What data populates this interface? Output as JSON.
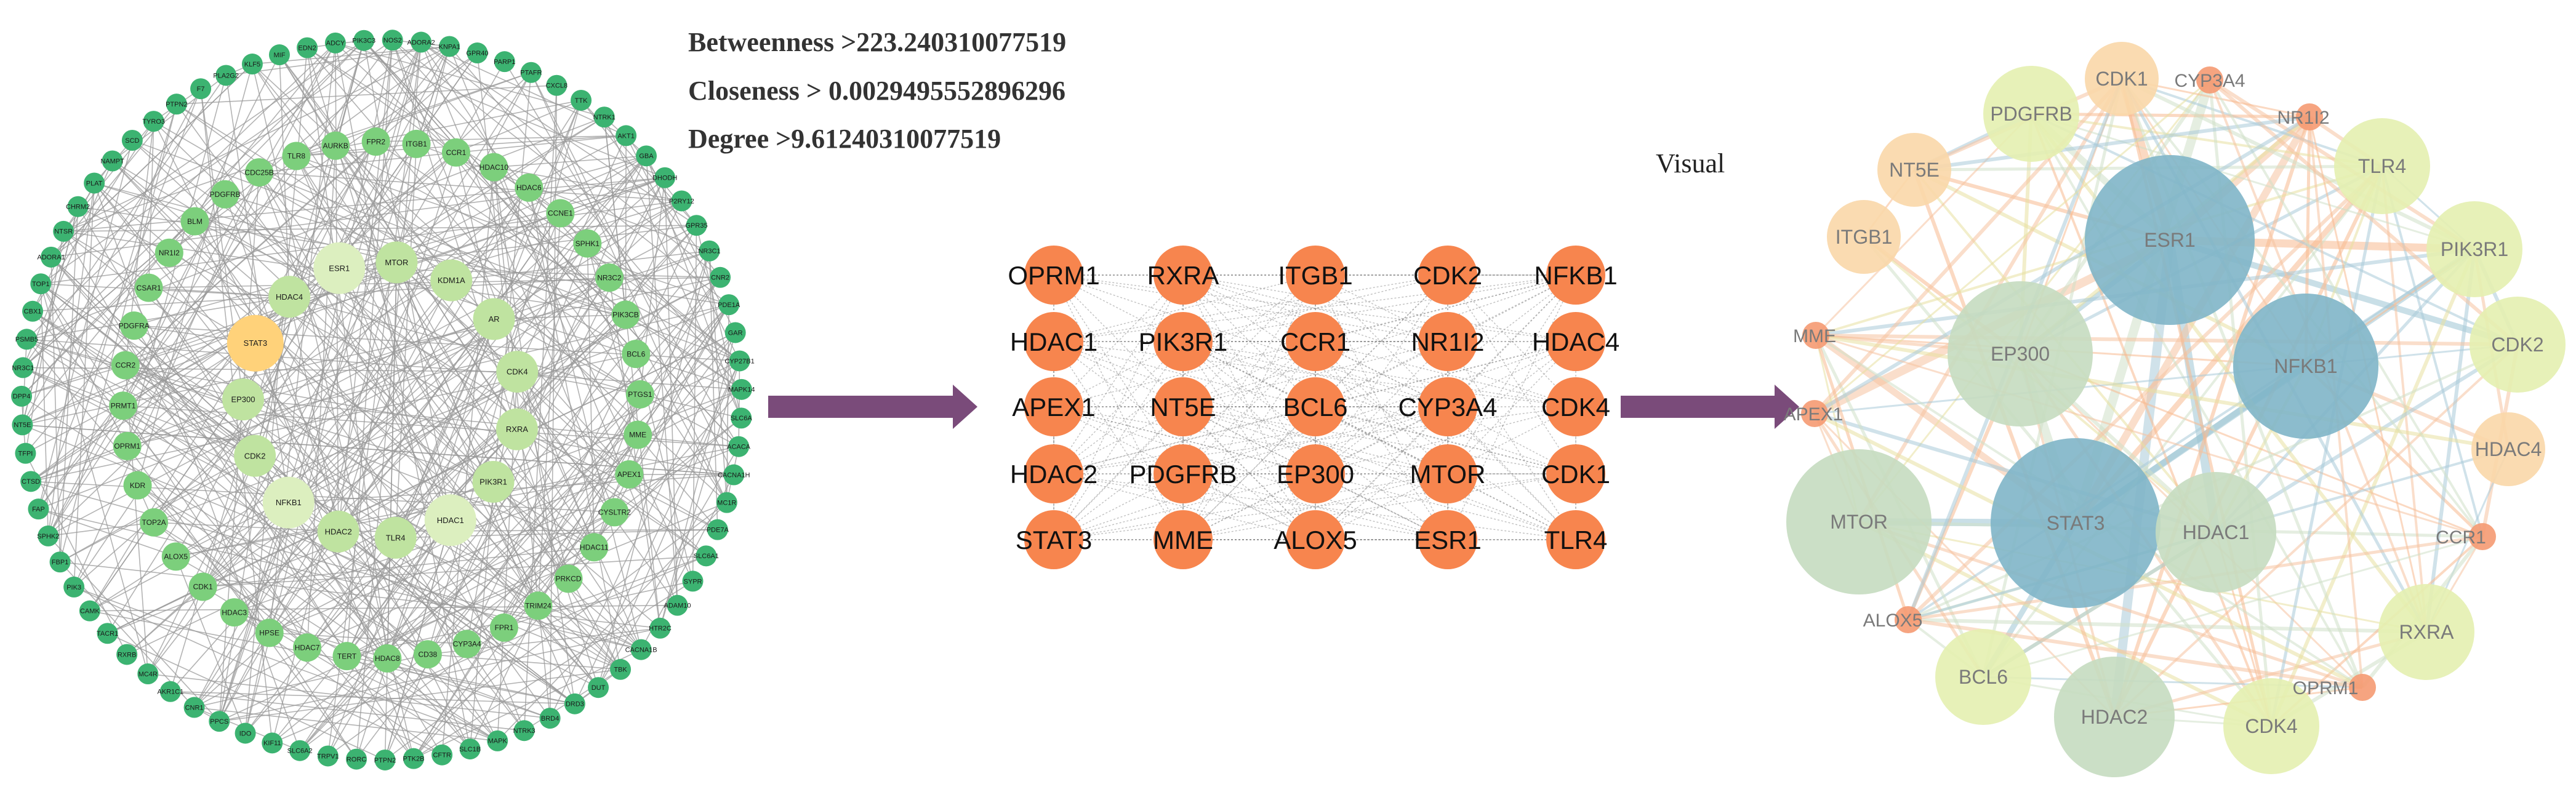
{
  "criteria": {
    "betweenness": "Betweenness >223.240310077519",
    "closeness": "Closeness > 0.0029495552896296",
    "degree": "Degree >9.61240310077519"
  },
  "visual_label": "Visual",
  "colors": {
    "edge_gray": "#9a9a9a",
    "outer_green": "#3cb371",
    "mid_green": "#7ccf7c",
    "inner_green": "#bfe3a0",
    "pale_green": "#dcefbf",
    "highlight_yellow": "#ffd27a",
    "grid_orange": "#f7854e",
    "arrow_purple": "#7a4b7a",
    "right_blue": "#7fb5c8",
    "right_sage": "#c5dcc0",
    "right_lime": "#e4efb0",
    "right_peach": "#fad7a8",
    "right_orange": "#f59a72"
  },
  "left_network": {
    "outer_ring": [
      "PIK3C3",
      "NOS2",
      "ADORA2",
      "KNPA1",
      "GPR40",
      "PARP1",
      "PTAFR",
      "CXCL8",
      "TTK",
      "NTRK1",
      "AKT1",
      "GBA",
      "DHODH",
      "P2RY12",
      "GPR35",
      "NR3C1",
      "CNR2",
      "PDE1A",
      "GAR",
      "CYP27B1",
      "MAPK14",
      "SLC6A",
      "ACACA",
      "CACNA1H",
      "MC1R",
      "PDE7A",
      "SLC6A1",
      "SYPR",
      "ADAM10",
      "HTR2C",
      "CACNA1B",
      "TBK",
      "DUT",
      "DRD3",
      "BRD4",
      "NTRK3",
      "MAPK",
      "SLC1B",
      "CFTR",
      "PTK2B",
      "PTPN2",
      "RORC",
      "TRPV1",
      "SLC6A2",
      "KIF11",
      "IDO",
      "PPCS",
      "CNR1",
      "AKR1C1",
      "MC4R",
      "RXRB",
      "TACR1",
      "CAMK",
      "PIK3",
      "FBP1",
      "SPHK2",
      "FAP",
      "CTSD",
      "TFPI",
      "NT5E",
      "DPP4",
      "NR3C1",
      "PSMB5",
      "CBX1",
      "TOP1",
      "ADORA1",
      "NTSR",
      "CHRM2",
      "PLAT",
      "NAMPT",
      "SCD",
      "TYRO3",
      "PTPN2",
      "F7",
      "PLA2G2",
      "KLF5",
      "MIF",
      "EDN2",
      "ADCY"
    ],
    "mid_ring": [
      "AURKB",
      "FPR2",
      "ITGB1",
      "CCR1",
      "HDAC10",
      "HDAC6",
      "CCNE1",
      "SPHK1",
      "NR3C2",
      "PIK3CB",
      "BCL6",
      "PTGS1",
      "MME",
      "APEX1",
      "CYSLTR2",
      "HDAC11",
      "PRKCD",
      "TRIM24",
      "FPR1",
      "CYP3A4",
      "CD38",
      "HDAC8",
      "TERT",
      "HDAC7",
      "HPSE",
      "HDAC3",
      "CDK1",
      "ALOX5",
      "TOP2A",
      "KDR",
      "OPRM1",
      "PRMT1",
      "CCR2",
      "PDGFRA",
      "CSAR1",
      "NR1I2",
      "BLM",
      "PDGFRB",
      "CDC25B",
      "TLR8"
    ],
    "inner_ring": [
      "HDAC4",
      "ESR1",
      "MTOR",
      "KDM1A",
      "AR",
      "CDK4",
      "RXRA",
      "PIK3R1",
      "HDAC1",
      "TLR4",
      "HDAC2",
      "NFKB1",
      "CDK2",
      "EP300",
      "STAT3"
    ]
  },
  "grid_nodes": [
    [
      "OPRM1",
      "RXRA",
      "ITGB1",
      "CDK2",
      "NFKB1"
    ],
    [
      "HDAC1",
      "PIK3R1",
      "CCR1",
      "NR1I2",
      "HDAC4"
    ],
    [
      "APEX1",
      "NT5E",
      "BCL6",
      "CYP3A4",
      "CDK4"
    ],
    [
      "HDAC2",
      "PDGFRB",
      "EP300",
      "MTOR",
      "CDK1"
    ],
    [
      "STAT3",
      "MME",
      "ALOX5",
      "ESR1",
      "TLR4"
    ]
  ],
  "right_network": {
    "nodes": [
      {
        "label": "ESR1",
        "size": "xl",
        "tone": "right_blue"
      },
      {
        "label": "STAT3",
        "size": "xl",
        "tone": "right_blue"
      },
      {
        "label": "NFKB1",
        "size": "l",
        "tone": "right_blue"
      },
      {
        "label": "EP300",
        "size": "l",
        "tone": "right_sage"
      },
      {
        "label": "MTOR",
        "size": "l",
        "tone": "right_sage"
      },
      {
        "label": "HDAC1",
        "size": "m",
        "tone": "right_sage"
      },
      {
        "label": "HDAC2",
        "size": "m",
        "tone": "right_sage"
      },
      {
        "label": "TLR4",
        "size": "s",
        "tone": "right_lime"
      },
      {
        "label": "PDGFRB",
        "size": "s",
        "tone": "right_lime"
      },
      {
        "label": "PIK3R1",
        "size": "s",
        "tone": "right_lime"
      },
      {
        "label": "CDK2",
        "size": "s",
        "tone": "right_lime"
      },
      {
        "label": "RXRA",
        "size": "s",
        "tone": "right_lime"
      },
      {
        "label": "BCL6",
        "size": "s",
        "tone": "right_lime"
      },
      {
        "label": "CDK4",
        "size": "s",
        "tone": "right_lime"
      },
      {
        "label": "ITGB1",
        "size": "xs",
        "tone": "right_peach"
      },
      {
        "label": "NT5E",
        "size": "xs",
        "tone": "right_peach"
      },
      {
        "label": "CDK1",
        "size": "xs",
        "tone": "right_peach"
      },
      {
        "label": "HDAC4",
        "size": "xs",
        "tone": "right_peach"
      },
      {
        "label": "CYP3A4",
        "size": "xxs",
        "tone": "right_orange"
      },
      {
        "label": "NR1I2",
        "size": "xxs",
        "tone": "right_orange"
      },
      {
        "label": "MME",
        "size": "xxs",
        "tone": "right_orange"
      },
      {
        "label": "APEX1",
        "size": "xxs",
        "tone": "right_orange"
      },
      {
        "label": "CCR1",
        "size": "xxs",
        "tone": "right_orange"
      },
      {
        "label": "ALOX5",
        "size": "xxs",
        "tone": "right_orange"
      },
      {
        "label": "OPRM1",
        "size": "xxs",
        "tone": "right_orange"
      }
    ]
  }
}
